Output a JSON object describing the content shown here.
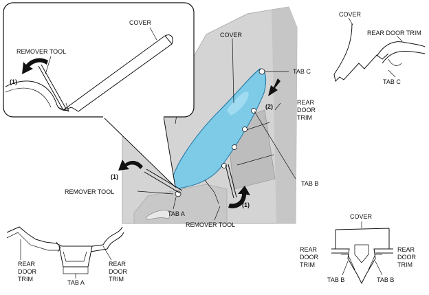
{
  "colors": {
    "cover_fill": "#7ecbe8",
    "cover_stroke": "#2f7fa8",
    "door_panel": "#d4d4d4",
    "door_panel_dark": "#bdbdbd",
    "detail_bg": "#ffffff",
    "arrow": "#111111"
  },
  "icons": [
    "curved-arrow-icon",
    "straight-arrow-icon"
  ],
  "labels": {
    "cover_detail": "COVER",
    "remover_tool_detail": "REMOVER TOOL",
    "step1_detail": "(1)",
    "cover_main": "COVER",
    "tab_c_main": "TAB C",
    "step2": "(2)",
    "rear_door_trim_main_l1": "REAR",
    "rear_door_trim_main_l2": "DOOR",
    "rear_door_trim_main_l3": "TRIM",
    "step1_left": "(1)",
    "remover_tool_left": "REMOVER TOOL",
    "tab_a_main": "TAB A",
    "tab_b_main": "TAB B",
    "step1_bottom": "(1)",
    "remover_tool_bottom": "REMOVER TOOL",
    "tabc_cover": "COVER",
    "tabc_rear_door_trim": "REAR DOOR TRIM",
    "tabc_tab_c": "TAB C",
    "taba_rdt_left_l1": "REAR",
    "taba_rdt_left_l2": "DOOR",
    "taba_rdt_left_l3": "TRIM",
    "taba_rdt_right_l1": "REAR",
    "taba_rdt_right_l2": "DOOR",
    "taba_rdt_right_l3": "TRIM",
    "taba_tab_a": "TAB A",
    "tabb_cover": "COVER",
    "tabb_rdt_left_l1": "REAR",
    "tabb_rdt_left_l2": "DOOR",
    "tabb_rdt_left_l3": "TRIM",
    "tabb_rdt_right_l1": "REAR",
    "tabb_rdt_right_l2": "DOOR",
    "tabb_rdt_right_l3": "TRIM",
    "tabb_tab_b_left": "TAB B",
    "tabb_tab_b_right": "TAB B"
  }
}
